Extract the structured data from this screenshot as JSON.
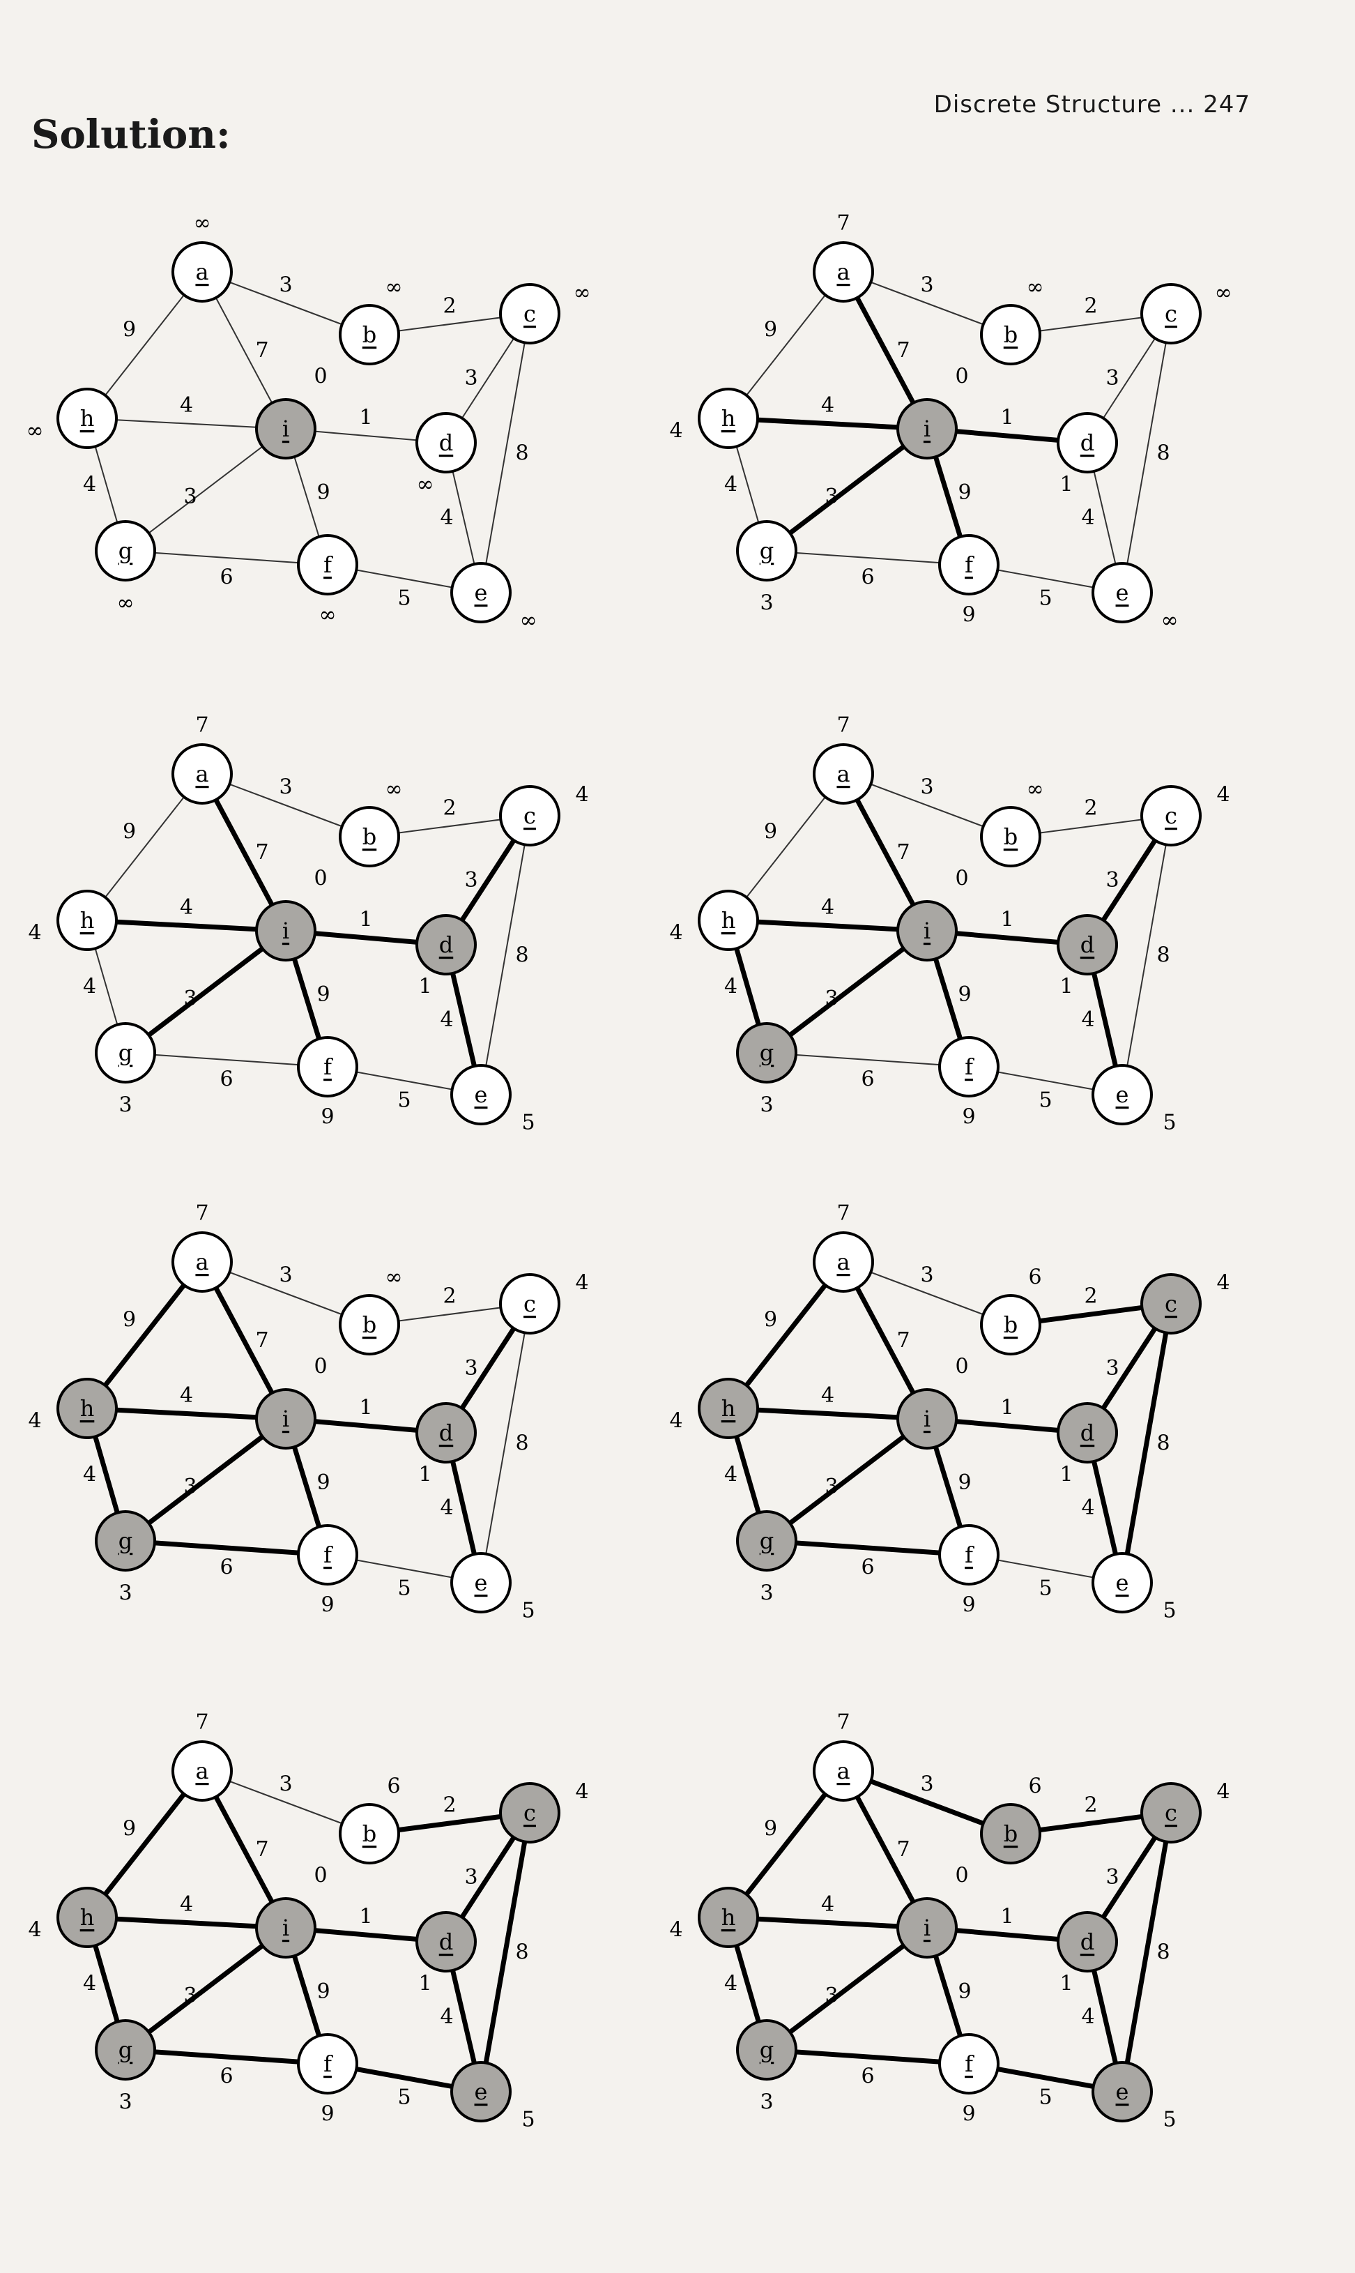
{
  "page": {
    "header": "Discrete Structure ... 247",
    "title": "Solution:"
  },
  "graph_edges": [
    {
      "u": "a",
      "v": "b",
      "w": "3"
    },
    {
      "u": "b",
      "v": "c",
      "w": "2"
    },
    {
      "u": "a",
      "v": "h",
      "w": "9"
    },
    {
      "u": "a",
      "v": "i",
      "w": "7"
    },
    {
      "u": "h",
      "v": "i",
      "w": "4"
    },
    {
      "u": "i",
      "v": "d",
      "w": "1"
    },
    {
      "u": "c",
      "v": "d",
      "w": "3"
    },
    {
      "u": "c",
      "v": "e",
      "w": "8"
    },
    {
      "u": "h",
      "v": "g",
      "w": "4"
    },
    {
      "u": "g",
      "v": "i",
      "w": "3"
    },
    {
      "u": "i",
      "v": "f",
      "w": "9"
    },
    {
      "u": "d",
      "v": "e",
      "w": "4"
    },
    {
      "u": "g",
      "v": "f",
      "w": "6"
    },
    {
      "u": "f",
      "v": "e",
      "w": "5"
    }
  ],
  "steps": [
    {
      "visited": [
        "i"
      ],
      "tree": [],
      "dist": {
        "a": "∞",
        "b": "∞",
        "c": "∞",
        "d": "∞",
        "e": "∞",
        "f": "∞",
        "g": "∞",
        "h": "∞",
        "i": "0"
      }
    },
    {
      "visited": [
        "i"
      ],
      "tree": [
        "h-i",
        "a-i",
        "i-d",
        "g-i",
        "i-f"
      ],
      "dist": {
        "a": "7",
        "b": "∞",
        "c": "∞",
        "d": "1",
        "e": "∞",
        "f": "9",
        "g": "3",
        "h": "4",
        "i": "0"
      }
    },
    {
      "visited": [
        "i",
        "d"
      ],
      "tree": [
        "h-i",
        "a-i",
        "i-d",
        "g-i",
        "i-f",
        "c-d",
        "d-e"
      ],
      "dist": {
        "a": "7",
        "b": "∞",
        "c": "4",
        "d": "1",
        "e": "5",
        "f": "9",
        "g": "3",
        "h": "4",
        "i": "0"
      }
    },
    {
      "visited": [
        "i",
        "d",
        "g"
      ],
      "tree": [
        "h-i",
        "a-i",
        "i-d",
        "g-i",
        "i-f",
        "c-d",
        "d-e",
        "h-g"
      ],
      "dist": {
        "a": "7",
        "b": "∞",
        "c": "4",
        "d": "1",
        "e": "5",
        "f": "9",
        "g": "3",
        "h": "4",
        "i": "0"
      }
    },
    {
      "visited": [
        "i",
        "d",
        "g",
        "h"
      ],
      "tree": [
        "h-i",
        "a-i",
        "i-d",
        "g-i",
        "i-f",
        "c-d",
        "d-e",
        "h-g",
        "a-h",
        "g-f"
      ],
      "dist": {
        "a": "7",
        "b": "∞",
        "c": "4",
        "d": "1",
        "e": "5",
        "f": "9",
        "g": "3",
        "h": "4",
        "i": "0"
      }
    },
    {
      "visited": [
        "i",
        "d",
        "g",
        "h",
        "c"
      ],
      "tree": [
        "h-i",
        "a-i",
        "i-d",
        "g-i",
        "i-f",
        "c-d",
        "d-e",
        "h-g",
        "a-h",
        "g-f",
        "b-c",
        "c-e"
      ],
      "dist": {
        "a": "7",
        "b": "6",
        "c": "4",
        "d": "1",
        "e": "5",
        "f": "9",
        "g": "3",
        "h": "4",
        "i": "0"
      }
    },
    {
      "visited": [
        "i",
        "d",
        "g",
        "h",
        "c",
        "e"
      ],
      "tree": [
        "h-i",
        "a-i",
        "i-d",
        "g-i",
        "i-f",
        "c-d",
        "d-e",
        "h-g",
        "a-h",
        "g-f",
        "b-c",
        "c-e",
        "f-e"
      ],
      "dist": {
        "a": "7",
        "b": "6",
        "c": "4",
        "d": "1",
        "e": "5",
        "f": "9",
        "g": "3",
        "h": "4",
        "i": "0"
      }
    },
    {
      "visited": [
        "i",
        "d",
        "g",
        "h",
        "c",
        "e",
        "b"
      ],
      "tree": [
        "h-i",
        "a-i",
        "i-d",
        "g-i",
        "i-f",
        "c-d",
        "d-e",
        "h-g",
        "a-h",
        "g-f",
        "b-c",
        "c-e",
        "f-e",
        "a-b"
      ],
      "dist": {
        "a": "7",
        "b": "6",
        "c": "4",
        "d": "1",
        "e": "5",
        "f": "9",
        "g": "3",
        "h": "4",
        "i": "0"
      }
    }
  ]
}
